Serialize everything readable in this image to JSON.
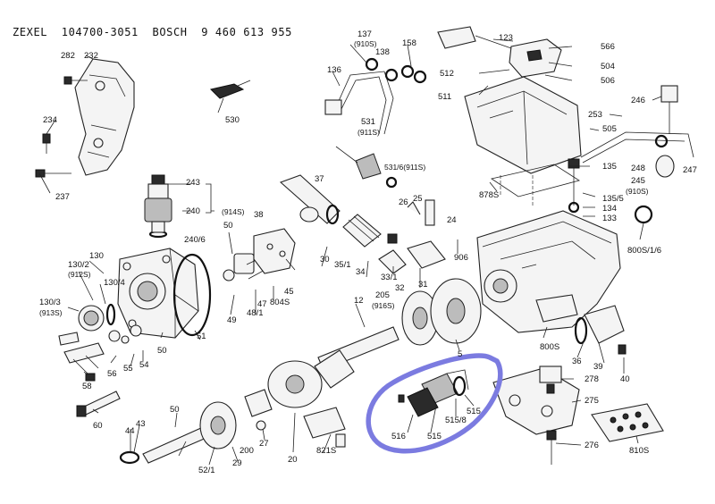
{
  "header": {
    "title": "ZEXEL  104700-3051  BOSCH  9 460 613 955"
  },
  "highlight": {
    "color": "#7b7be0"
  },
  "labels": [
    "282",
    "232",
    "234",
    "237",
    "530",
    "243",
    "240",
    "(914S)",
    "240/6",
    "38",
    "37",
    "26",
    "25",
    "24",
    "136",
    "137",
    "(910S)",
    "138",
    "158",
    "531",
    "(911S)",
    "531/6(911S)",
    "123",
    "566",
    "512",
    "504",
    "506",
    "511",
    "246",
    "253",
    "505",
    "135",
    "248",
    "245",
    "247",
    "(910S)",
    "878S",
    "135/5",
    "134",
    "133",
    "800S/1/6",
    "130",
    "130/2",
    "(912S)",
    "130/4",
    "130/3",
    "(913S)",
    "50",
    "49",
    "48/1",
    "47",
    "804S",
    "45",
    "30",
    "35/1",
    "34",
    "33/1",
    "32",
    "31",
    "906",
    "205",
    "(916S)",
    "12",
    "51",
    "50",
    "54",
    "56",
    "55",
    "58",
    "60",
    "5",
    "800S",
    "36",
    "39",
    "40",
    "278",
    "275",
    "516",
    "515",
    "515/8",
    "515",
    "44",
    "43",
    "50",
    "52/1",
    "29",
    "200",
    "27",
    "20",
    "821S",
    "276",
    "810S"
  ]
}
